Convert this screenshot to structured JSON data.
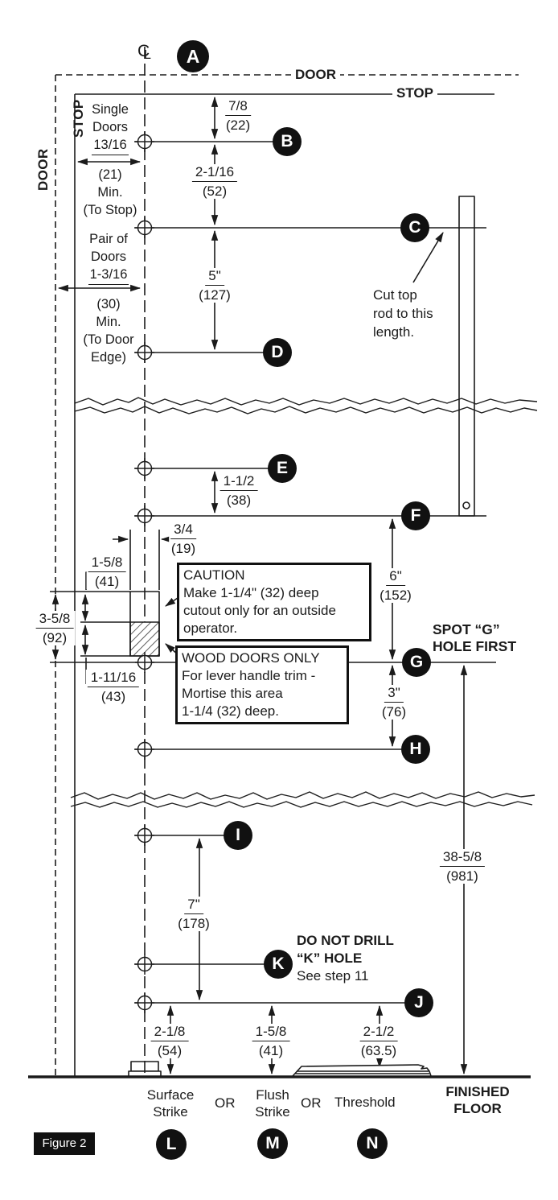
{
  "figure_caption": "Figure 2",
  "cl": {
    "c": "C",
    "l": "L"
  },
  "lines_labels": {
    "door_top": "DOOR",
    "stop_top": "STOP",
    "door_left": "DOOR",
    "stop_left": "STOP"
  },
  "badges": {
    "a": "A",
    "b": "B",
    "c": "C",
    "d": "D",
    "e": "E",
    "f": "F",
    "g": "G",
    "h": "H",
    "i": "I",
    "j": "J",
    "k": "K",
    "l": "L",
    "m": "M",
    "n": "N"
  },
  "left_col": {
    "single": {
      "l1": "Single",
      "l2": "Doors",
      "frac": "13/16",
      "mm": "(21)",
      "l5": "Min.",
      "l6": "(To Stop)"
    },
    "pair": {
      "l1": "Pair of",
      "l2": "Doors",
      "frac": "1-3/16",
      "mm": "(30)",
      "l5": "Min.",
      "l6": "(To Door",
      "l7": "Edge)"
    }
  },
  "dims": {
    "d78": {
      "num": "7/8",
      "den": "(22)"
    },
    "d2116": {
      "num": "2-1/16",
      "den": "(52)"
    },
    "d5": {
      "num": "5\"",
      "den": "(127)"
    },
    "d112": {
      "num": "1-1/2",
      "den": "(38)"
    },
    "d34": {
      "num": "3/4",
      "den": "(19)"
    },
    "d158a": {
      "num": "1-5/8",
      "den": "(41)"
    },
    "d358": {
      "num": "3-5/8",
      "den": "(92)"
    },
    "d11116": {
      "num": "1-11/16",
      "den": "(43)"
    },
    "d6": {
      "num": "6\"",
      "den": "(152)"
    },
    "d3": {
      "num": "3\"",
      "den": "(76)"
    },
    "d7": {
      "num": "7\"",
      "den": "(178)"
    },
    "d3858": {
      "num": "38-5/8",
      "den": "(981)"
    },
    "d218": {
      "num": "2-1/8",
      "den": "(54)"
    },
    "d158b": {
      "num": "1-5/8",
      "den": "(41)"
    },
    "d212": {
      "num": "2-1/2",
      "den": "(63.5)"
    }
  },
  "notes": {
    "cut_rod": {
      "l1": "Cut top",
      "l2": "rod to this",
      "l3": "length."
    },
    "caution": {
      "t": "CAUTION",
      "l1": "Make 1-1/4\" (32) deep",
      "l2": "cutout only for an outside",
      "l3": "operator."
    },
    "wood": {
      "l1": "WOOD DOORS ONLY",
      "l2": "For lever handle trim -",
      "l3": "Mortise this area",
      "l4": "1-1/4 (32) deep."
    },
    "spot_g": {
      "l1": "SPOT “G”",
      "l2": "HOLE FIRST"
    },
    "k": {
      "l1": "DO NOT DRILL",
      "l2": "“K” HOLE",
      "l3": "See step 11"
    }
  },
  "bottom": {
    "surface1": "Surface",
    "surface2": "Strike",
    "or1": "OR",
    "flush1": "Flush",
    "flush2": "Strike",
    "or2": "OR",
    "threshold": "Threshold",
    "floor1": "FINISHED",
    "floor2": "FLOOR"
  }
}
